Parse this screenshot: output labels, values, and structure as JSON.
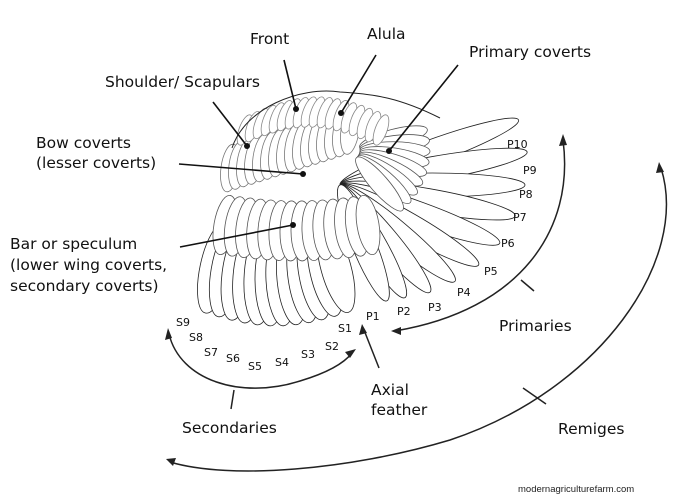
{
  "labels": {
    "front": "Front",
    "alula": "Alula",
    "primary_coverts": "Primary coverts",
    "shoulder": "Shoulder/ Scapulars",
    "bow_coverts_1": "Bow coverts",
    "bow_coverts_2": "(lesser coverts)",
    "bar_1": "Bar or speculum",
    "bar_2": "(lower wing coverts,",
    "bar_3": "secondary coverts)",
    "primaries": "Primaries",
    "secondaries": "Secondaries",
    "axial_1": "Axial",
    "axial_2": "feather",
    "remiges": "Remiges"
  },
  "primary_numbers": [
    "P10",
    "P9",
    "P8",
    "P7",
    "P6",
    "P5",
    "P4",
    "P3",
    "P2",
    "P1"
  ],
  "secondary_numbers": [
    "S9",
    "S8",
    "S7",
    "S6",
    "S5",
    "S4",
    "S3",
    "S2",
    "S1"
  ],
  "credit": "modernagriculturefarm.com"
}
